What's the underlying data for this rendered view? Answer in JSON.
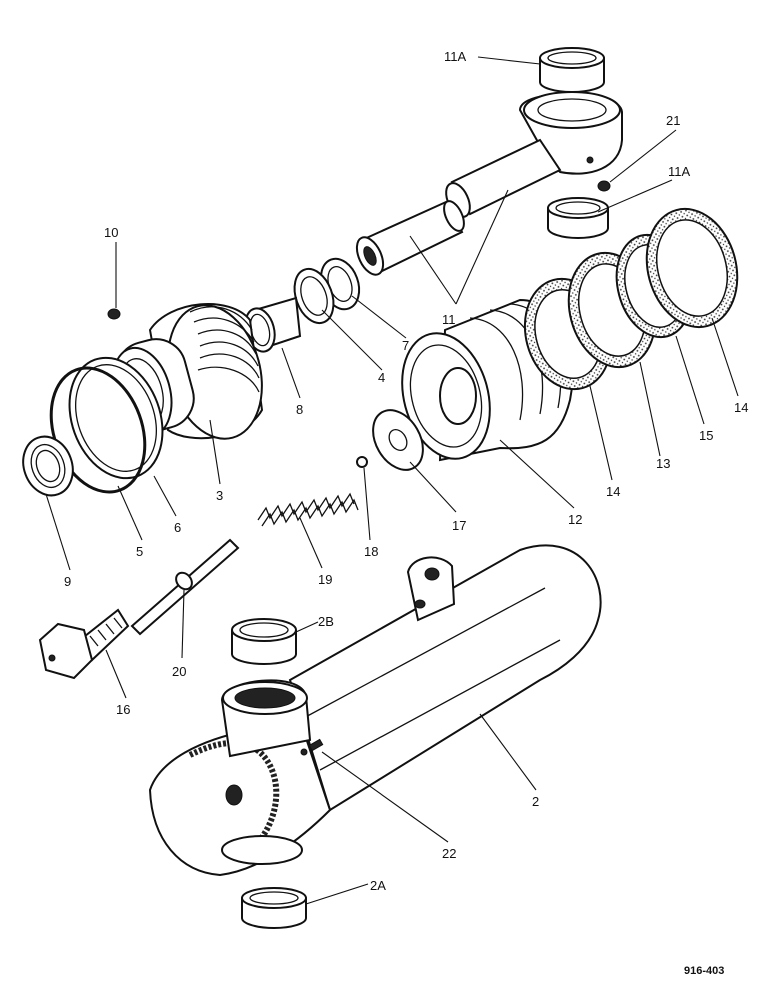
{
  "figure_number": "916-403",
  "callouts": {
    "c11a_top": "11A",
    "c21": "21",
    "c11a_right": "11A",
    "c10": "10",
    "c11": "11",
    "c7": "7",
    "c4": "4",
    "c8": "8",
    "c3": "3",
    "c14_right": "14",
    "c15": "15",
    "c13": "13",
    "c14_mid": "14",
    "c12": "12",
    "c17": "17",
    "c18": "18",
    "c19": "19",
    "c5": "5",
    "c6": "6",
    "c9": "9",
    "c20": "20",
    "c16": "16",
    "c2b": "2B",
    "c2": "2",
    "c22": "22",
    "c2a": "2A"
  }
}
